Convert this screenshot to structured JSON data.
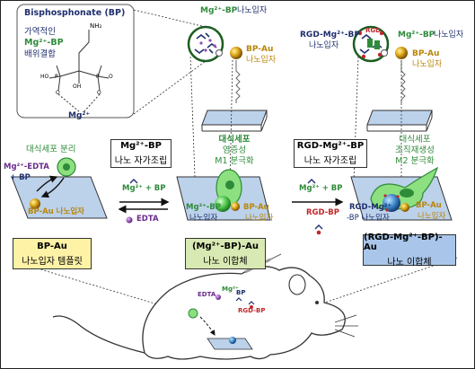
{
  "colors": {
    "navy": "#1f2f6e",
    "green": "#2e8b3a",
    "gold": "#b8860b",
    "red": "#c0282b",
    "purple": "#6a2c8a",
    "slab": "#bcd1ea",
    "greenBox": "#d9e9b3",
    "yellowBox": "#fdf2a6",
    "blueBox": "#a9c6ea"
  },
  "bp_structure": {
    "title": "Bisphosphonate (BP)",
    "desc_line1": "가역적인",
    "desc_line2": "Mg²⁺-BP",
    "desc_line3": "배위결합",
    "nh2": "NH₂",
    "oh": "OH",
    "o": "O",
    "ho": "HO",
    "p": "P",
    "mg": "Mg²⁺"
  },
  "zoom_left": {
    "label1": "Mg²⁺-BP",
    "label2": "나노입자",
    "au1": "BP-Au",
    "au2": "나노입자"
  },
  "zoom_right": {
    "label1": "RGD-Mg²⁺-BP",
    "label2": "나노입자",
    "rgd": "RGD"
  },
  "stage1": {
    "caption": "대식세포 분리",
    "edta1": "Mg²⁺-EDTA",
    "edta2": "+ BP",
    "au": "BP-Au 나노입자",
    "box1": "BP-Au",
    "box2": "나노입자 템플릿"
  },
  "step1": {
    "line1": "Mg²⁺-BP",
    "line2": "나노 자가조립",
    "reagent": "Mg²⁺ + BP",
    "remove": "EDTA"
  },
  "stage2": {
    "caption1": "대식세포",
    "caption2": "염증성",
    "caption3": "M1 분극화",
    "left1": "Mg²⁺-BP",
    "left2": "나노입자",
    "right1": "BP-Au",
    "right2": "나노입자",
    "box1": "(Mg²⁺-BP)-Au",
    "box2": "나노 이합체"
  },
  "step2": {
    "line1": "RGD-Mg²⁺-BP",
    "line2": "나노 자가조립",
    "reagent": "Mg²⁺ + BP",
    "rgd": "RGD-BP"
  },
  "stage3": {
    "caption1": "대식세포",
    "caption2": "조직재생성",
    "caption3": "M2 분극화",
    "left1": "RGD-Mg²⁺",
    "left2": "-BP 나노입자",
    "right1": "BP-Au",
    "right2": "나노입자",
    "box1": "(RGD-Mg²⁺-BP)-Au",
    "box2": "나노 이합체"
  },
  "mouse": {
    "edta": "EDTA",
    "mg": "Mg²⁺",
    "bp": "BP",
    "rgd": "RGD-BP"
  }
}
